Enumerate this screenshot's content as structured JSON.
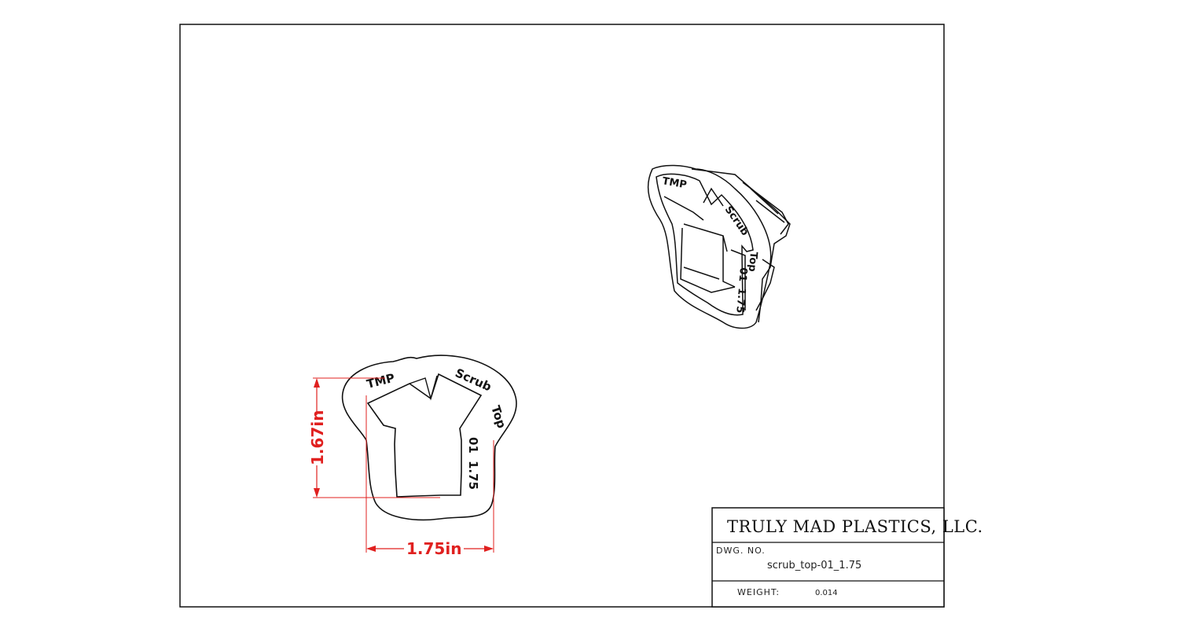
{
  "title_block": {
    "company": "TRULY MAD PLASTICS, LLC.",
    "dwg_no_label": "DWG. NO.",
    "dwg_no_value": "scrub_top-01_1.75",
    "weight_label": "WEIGHT:",
    "weight_value": "0.014"
  },
  "dimensions": {
    "height": "1.67in",
    "width": "1.75in"
  },
  "engraving": {
    "maker": "TMP",
    "name1": "Scrub",
    "name2": "Top",
    "model": "01",
    "size": "1.75"
  },
  "colors": {
    "dimension": "#e0201f",
    "line": "#111111"
  }
}
